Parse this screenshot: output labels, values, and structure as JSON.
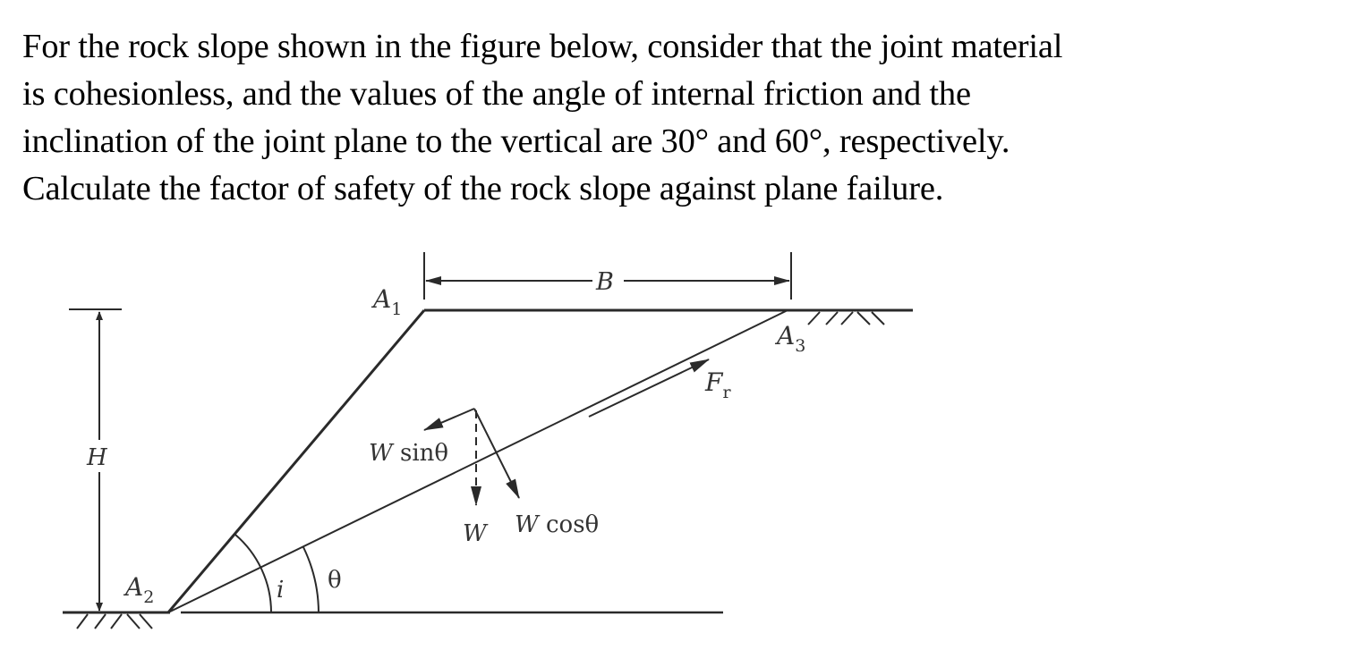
{
  "problem": {
    "lines": [
      "For the rock slope shown in the figure below, consider that the joint material",
      "is cohesionless, and the values of the angle of internal friction and the",
      "inclination of the joint plane to the vertical are 30° and 60°, respectively.",
      "Calculate the factor of safety of the rock slope against plane failure."
    ]
  },
  "given": {
    "joint_cohesion": "cohesionless",
    "angle_of_internal_friction_deg": 30,
    "joint_inclination_to_vertical_deg": 60
  },
  "figure": {
    "labels": {
      "A1": {
        "main": "A",
        "sub": "1"
      },
      "A2": {
        "main": "A",
        "sub": "2"
      },
      "A3": {
        "main": "A",
        "sub": "3"
      },
      "B": "B",
      "H": "H",
      "Fr": {
        "main": "F",
        "sub": "r"
      },
      "W": "W",
      "W_sin": {
        "var": "W",
        "fn": " sinθ"
      },
      "W_cos": {
        "var": "W",
        "fn": " cosθ"
      },
      "i": "i",
      "theta": "θ"
    },
    "stroke_color": "#2a2a2a"
  }
}
